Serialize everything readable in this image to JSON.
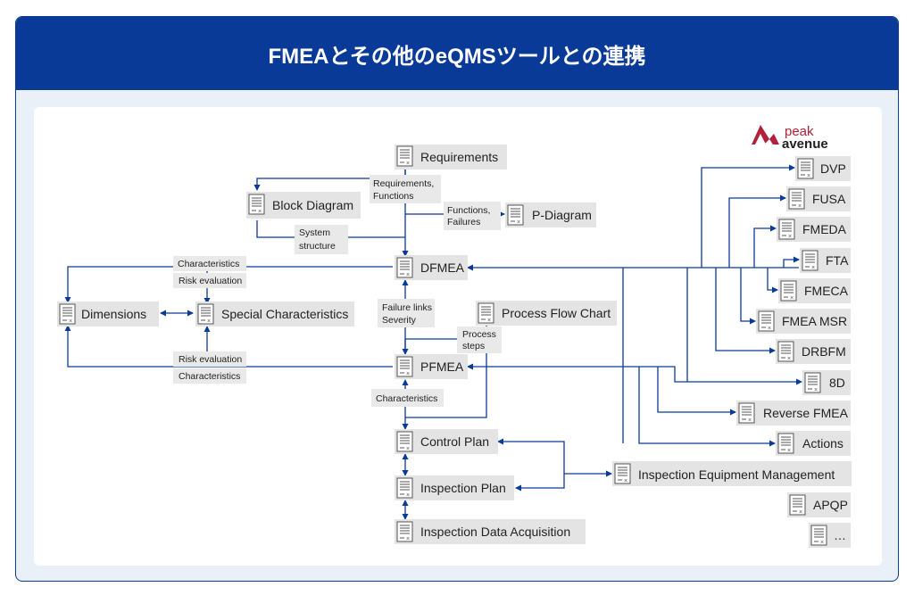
{
  "title": "FMEAとその他のeQMSツールとの連携",
  "logo": {
    "line1": "peak",
    "line2": "avenue"
  },
  "colors": {
    "header": "#0a3a97",
    "edge": "#0a3a97",
    "node_bg": "#e4e4e4",
    "logo_accent": "#b0223a"
  },
  "nodes": {
    "requirements": "Requirements",
    "block_diagram": "Block Diagram",
    "p_diagram": "P-Diagram",
    "dfmea": "DFMEA",
    "dimensions": "Dimensions",
    "special_characteristics": "Special Characteristics",
    "process_flow_chart": "Process Flow Chart",
    "pfmea": "PFMEA",
    "control_plan": "Control Plan",
    "inspection_plan": "Inspection Plan",
    "inspection_data_acquisition": "Inspection Data Acquisition",
    "inspection_equipment_management": "Inspection Equipment Management",
    "dvp": "DVP",
    "fusa": "FUSA",
    "fmeda": "FMEDA",
    "fta": "FTA",
    "fmeca": "FMECA",
    "fmea_msr": "FMEA MSR",
    "drbfm": "DRBFM",
    "eight_d": "8D",
    "reverse_fmea": "Reverse FMEA",
    "actions": "Actions",
    "apqp": "APQP",
    "more": "…"
  },
  "labels": {
    "req_functions_1": "Requirements,",
    "req_functions_2": "Functions",
    "functions_failures_1": "Functions,",
    "functions_failures_2": "Failures",
    "system_structure_1": "System",
    "system_structure_2": "structure",
    "characteristics_top": "Characteristics",
    "risk_eval_top": "Risk evaluation",
    "failure_links_1": "Failure links",
    "failure_links_2": "Severity",
    "process_steps_1": "Process",
    "process_steps_2": "steps",
    "risk_eval_bottom": "Risk evaluation",
    "characteristics_bottom": "Characteristics",
    "characteristics_mid": "Characteristics"
  },
  "icon": "document-icon"
}
